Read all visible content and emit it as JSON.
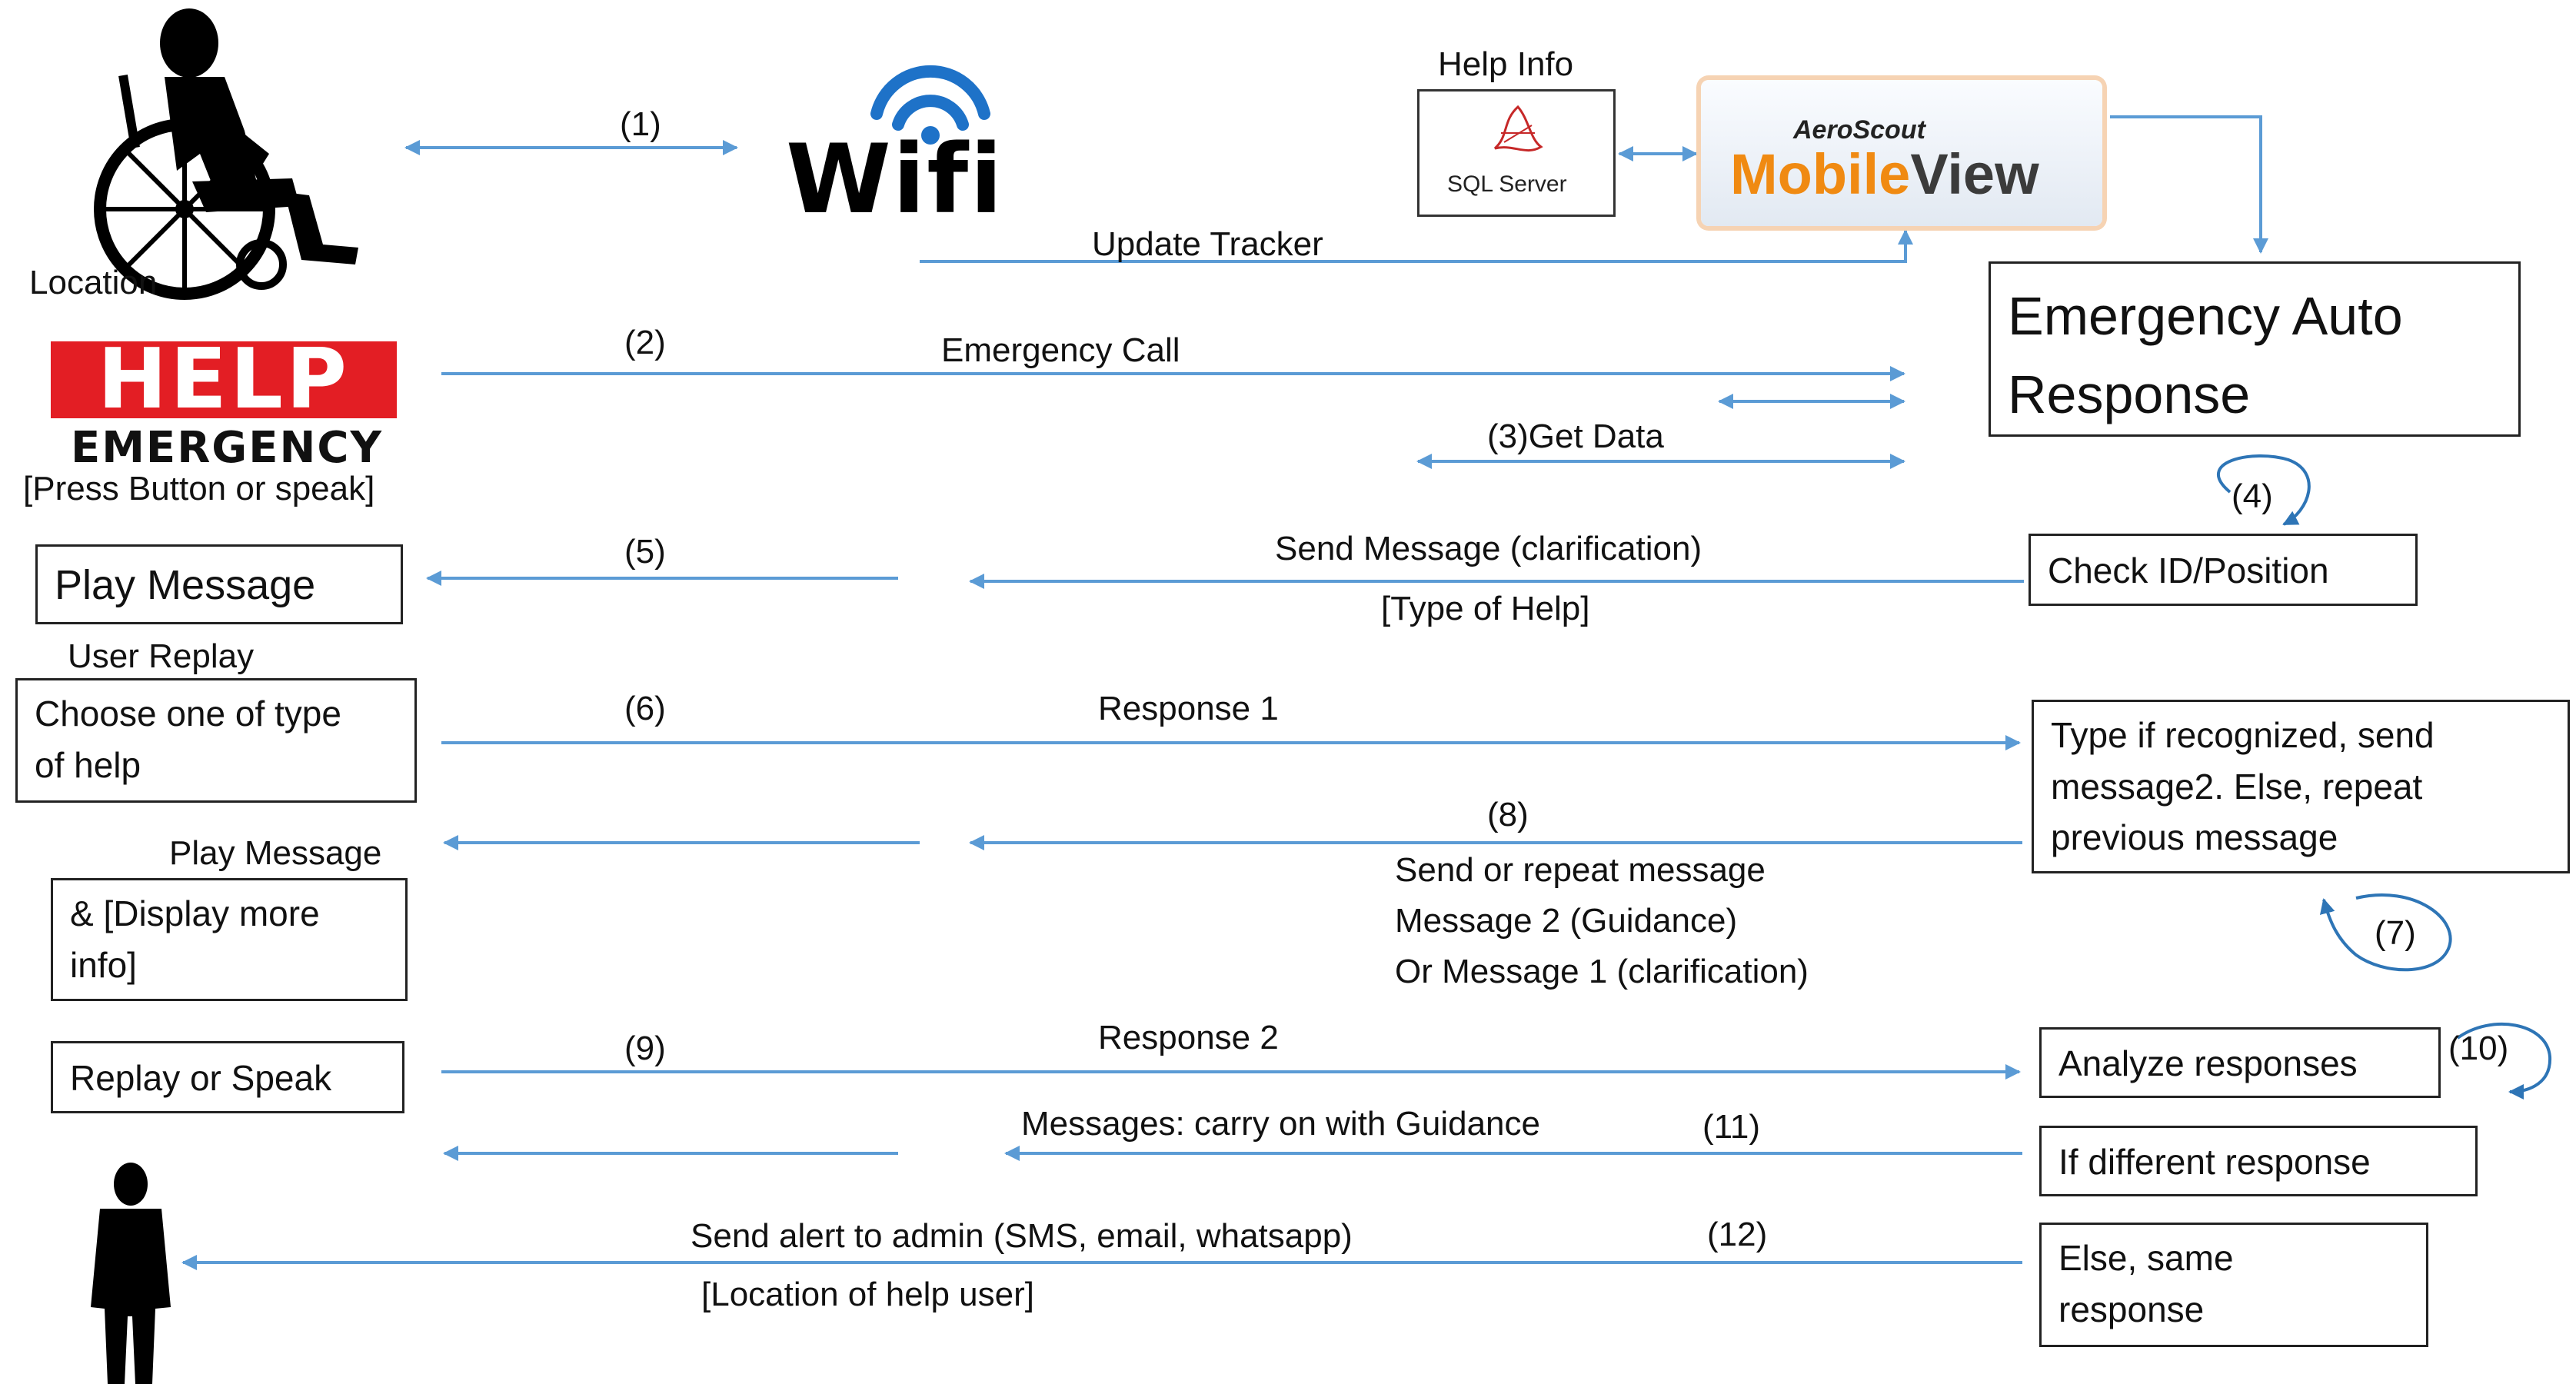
{
  "labels": {
    "location": "Location",
    "help_word": "HELP",
    "emergency_word": "EMERGENCY",
    "press_button": "[Press Button or speak]",
    "wifi": "Wifi",
    "help_info": "Help Info",
    "sql_server": "SQL Server",
    "aeroscout": "AeroScout",
    "mobile": "Mobile",
    "view": "View",
    "update_tracker": "Update Tracker",
    "step1": "(1)",
    "step2": "(2)",
    "emergency_call": "Emergency Call",
    "get_data": "(3)Get Data",
    "step4": "(4)",
    "step5": "(5)",
    "send_message": "Send Message (clarification)",
    "type_of_help": "[Type of Help]",
    "user_replay": "User Replay",
    "step6": "(6)",
    "response1": "Response 1",
    "play_message_label": "Play Message",
    "step8": "(8)",
    "send_repeat_1": "Send or repeat message",
    "send_repeat_2": "Message 2 (Guidance)",
    "send_repeat_3": "Or Message 1 (clarification)",
    "step7": "(7)",
    "step9": "(9)",
    "response2": "Response 2",
    "step10": "(10)",
    "messages_carry": "Messages: carry on with Guidance",
    "step11": "(11)",
    "send_alert": "Send alert to admin (SMS, email, whatsapp)",
    "location_help_user": "[Location of help user]",
    "step12": "(12)"
  },
  "boxes": {
    "emergency_auto_line1": "Emergency Auto",
    "emergency_auto_line2": "Response",
    "check_id": "Check ID/Position",
    "play_message": "Play Message",
    "choose_line1": "Choose one of type",
    "choose_line2": "of help",
    "type_line1": "Type if recognized, send",
    "type_line2": "message2. Else, repeat",
    "type_line3": "previous message",
    "display_line1": "& [Display more",
    "display_line2": "info]",
    "replay_speak": "Replay or Speak",
    "analyze": "Analyze responses",
    "different": "If different response",
    "else_line1": "Else, same",
    "else_line2": "response"
  },
  "icons": {
    "wheelchair_user": "wheelchair-user-icon",
    "wifi_signal": "wifi-icon",
    "admin_person": "admin-person-icon"
  },
  "colors": {
    "arrow": "#5b9bd5",
    "help_red": "#e31e24",
    "mobileview_orange": "#f08a12",
    "loop_arrow": "#2e75b6"
  }
}
